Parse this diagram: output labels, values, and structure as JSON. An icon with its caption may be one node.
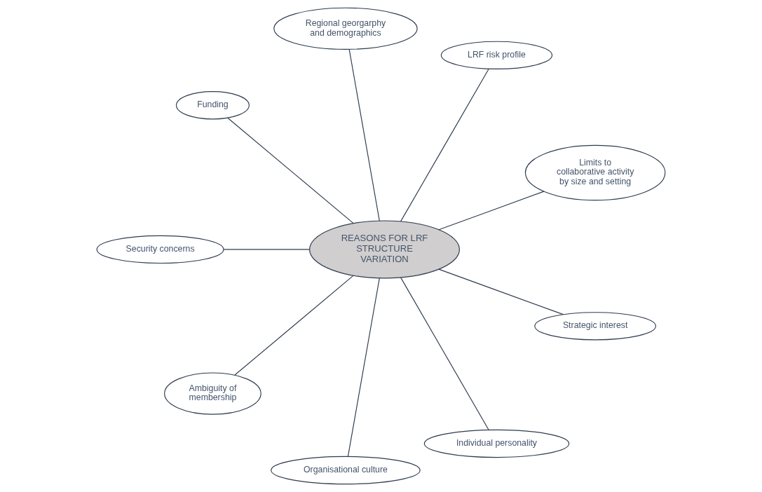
{
  "diagram": {
    "nodes": [
      {
        "text": [
          "REASONS FOR LRF STRUCTURE VARIATION"
        ]
      },
      {
        "text": [
          "Limits to collaborative activity by size and setting"
        ]
      },
      {
        "text": [
          "LRF risk profile"
        ]
      },
      {
        "text": [
          "Regional georgarphy and demographics"
        ]
      },
      {
        "text": [
          "Funding"
        ]
      },
      {
        "text": [
          "Security concerns"
        ]
      },
      {
        "text": [
          "Ambiguity of membership"
        ]
      },
      {
        "text": [
          "Organisational culture"
        ]
      },
      {
        "text": [
          "Individual personality"
        ]
      },
      {
        "text": [
          "Strategic interest"
        ]
      }
    ],
    "edges": [
      {
        "from": 0,
        "to": 1,
        "arrow": "none"
      },
      {
        "from": 0,
        "to": 2,
        "arrow": "none"
      },
      {
        "from": 0,
        "to": 3,
        "arrow": "none"
      },
      {
        "from": 0,
        "to": 4,
        "arrow": "none"
      },
      {
        "from": 0,
        "to": 5,
        "arrow": "none"
      },
      {
        "from": 0,
        "to": 6,
        "arrow": "none"
      },
      {
        "from": 0,
        "to": 7,
        "arrow": "none"
      },
      {
        "from": 0,
        "to": 8,
        "arrow": "none"
      },
      {
        "from": 0,
        "to": 9,
        "arrow": "none"
      }
    ]
  }
}
